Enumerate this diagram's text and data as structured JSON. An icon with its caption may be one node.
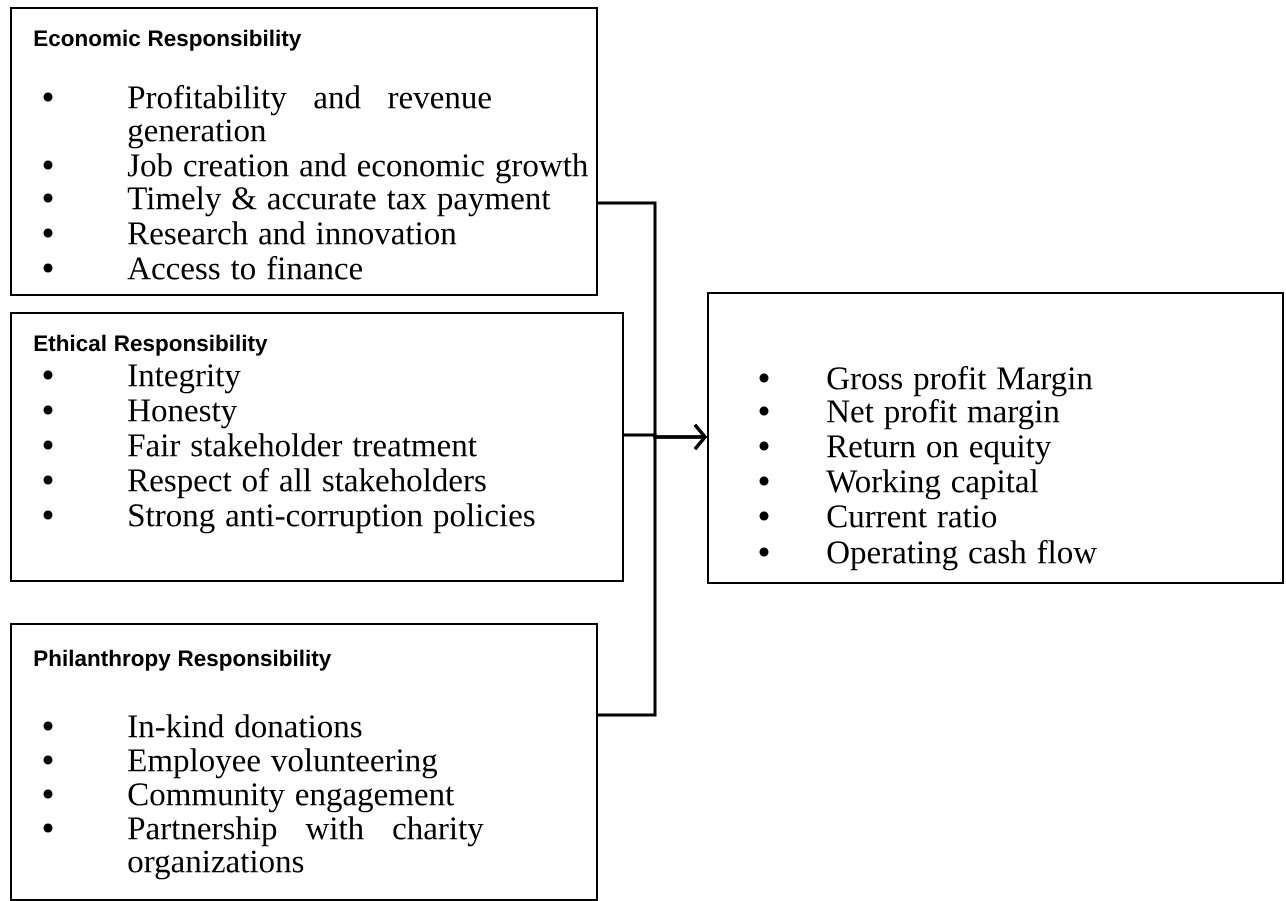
{
  "diagram": {
    "nodes": [
      {
        "text": [
          "Economic Responsibility",
          "Profitability and revenue generation",
          "Job creation and economic growth",
          "Timely & accurate tax payment",
          "Research and innovation",
          "Access to finance"
        ]
      },
      {
        "text": [
          "Ethical Responsibility",
          "Integrity",
          "Honesty",
          "Fair stakeholder treatment",
          "Respect of all stakeholders",
          "Strong anti-corruption policies"
        ]
      },
      {
        "text": [
          "Philanthropy Responsibility",
          "In-kind donations",
          "Employee volunteering",
          "Community engagement",
          "Partnership with charity organizations"
        ]
      },
      {
        "text": [
          "Gross profit Margin",
          "Net profit margin",
          "Return on equity",
          "Working capital",
          "Current ratio",
          "Operating cash flow"
        ]
      }
    ],
    "edges": [
      {
        "from": 0,
        "to": 3,
        "arrow": "to"
      },
      {
        "from": 1,
        "to": 3,
        "arrow": "to"
      },
      {
        "from": 2,
        "to": 3,
        "arrow": "to"
      }
    ]
  }
}
